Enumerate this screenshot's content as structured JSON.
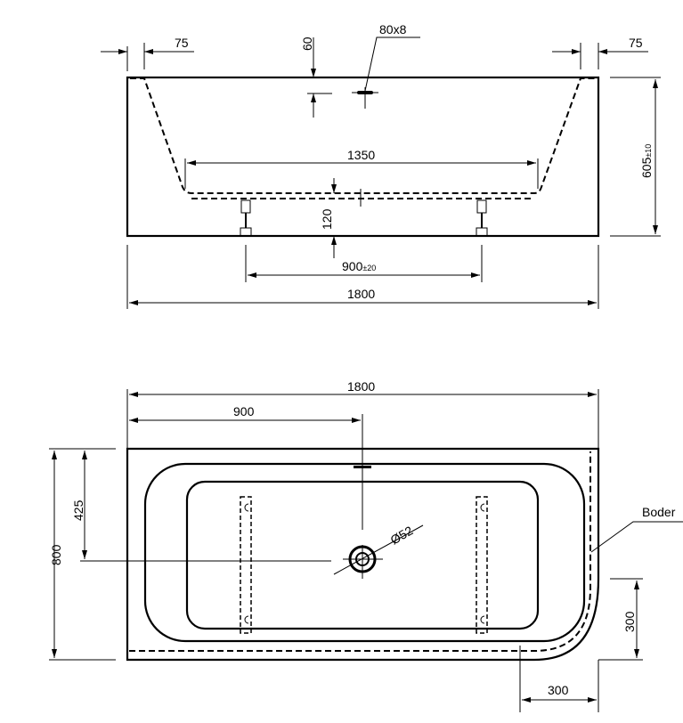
{
  "side_view": {
    "dim_rim_left": "75",
    "dim_rim_right": "75",
    "dim_overflow_height": "60",
    "dim_overflow_slot": "80x8",
    "dim_inner_length": "1350",
    "dim_floor_height": "120",
    "dim_height": "605",
    "dim_height_tol": "±10",
    "dim_feet_spacing": "900",
    "dim_feet_tol": "±20",
    "dim_length": "1800"
  },
  "top_view": {
    "dim_length": "1800",
    "dim_drain_x": "900",
    "dim_drain_y": "425",
    "dim_width": "800",
    "dim_drain_diameter": "Ø52",
    "label_floor": "Boder",
    "dim_corner_vertical": "300",
    "dim_corner_horizontal": "300"
  }
}
